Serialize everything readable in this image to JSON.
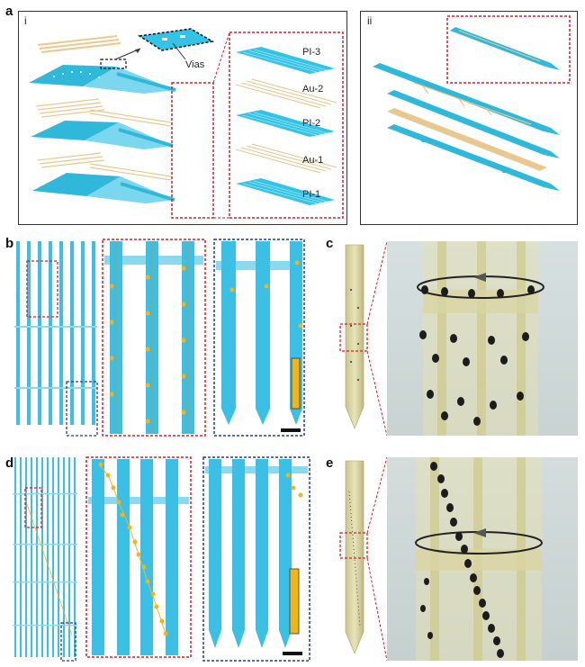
{
  "panels": {
    "a": {
      "label": "a",
      "sub_i": "i",
      "sub_ii": "ii",
      "vias_label": "Vias",
      "layers": [
        "PI-3",
        "Au-2",
        "PI-2",
        "Au-1",
        "PI-1"
      ]
    },
    "b": {
      "label": "b"
    },
    "c": {
      "label": "c"
    },
    "d": {
      "label": "d"
    },
    "e": {
      "label": "e"
    }
  },
  "colors": {
    "polyimide": "#33c3e6",
    "gold": "#e8c98a",
    "gold_dark": "#c9a15a",
    "red_box": "#d11f2a",
    "blue_box": "#1f3a8a",
    "pad": "#f1b51c",
    "frame": "#333333"
  }
}
